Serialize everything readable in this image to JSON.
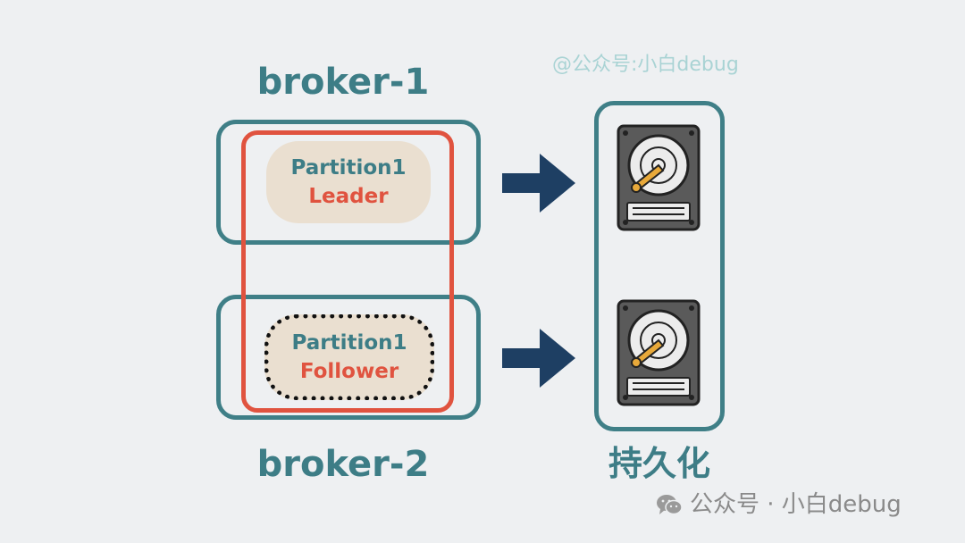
{
  "watermark_top": "@公众号:小白debug",
  "brokers": [
    {
      "label": "broker-1",
      "partition_name": "Partition1",
      "role": "Leader"
    },
    {
      "label": "broker-2",
      "partition_name": "Partition1",
      "role": "Follower"
    }
  ],
  "persist_label": "持久化",
  "footer": {
    "text": "公众号 · 小白debug",
    "icon": "wechat-icon"
  },
  "colors": {
    "background": "#eef0f2",
    "teal": "#3d7d86",
    "red": "#e0533f",
    "pill": "#eadfd0",
    "arrow": "#1e3f63",
    "disk_body": "#5a5a5a",
    "disk_needle": "#e8a93a"
  },
  "icons": [
    "arrow-right-icon",
    "hard-disk-icon"
  ]
}
